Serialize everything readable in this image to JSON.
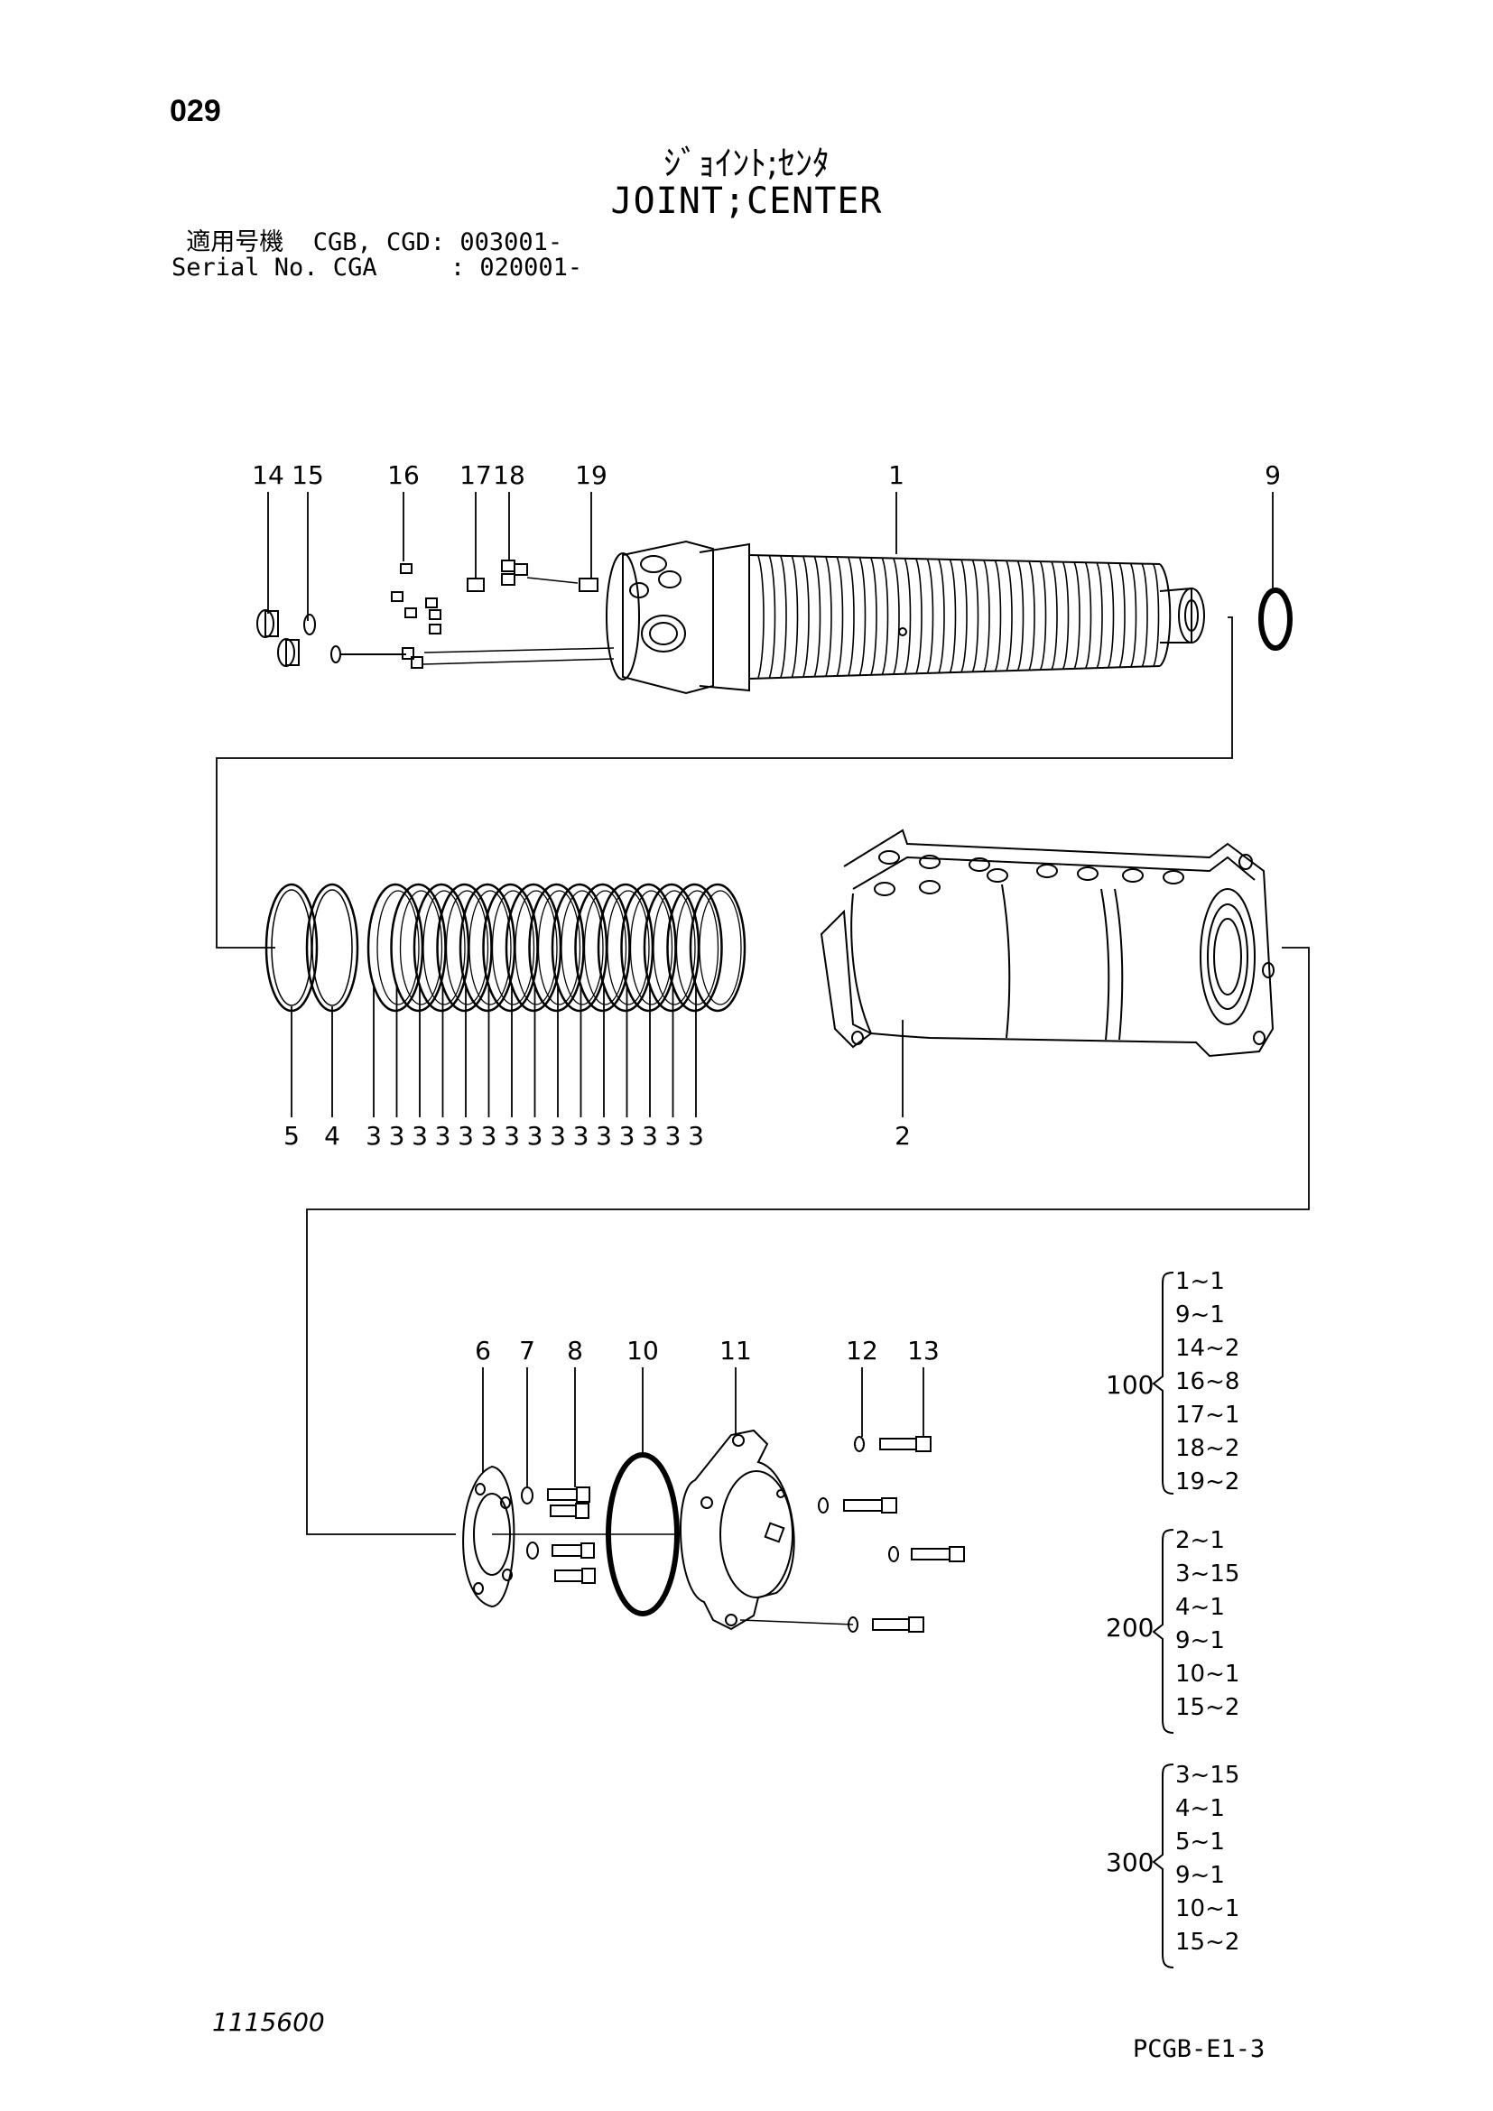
{
  "page": {
    "number": "029",
    "title_jp": "ｼﾞｮｲﾝﾄ;ｾﾝﾀ",
    "title_en": "JOINT;CENTER",
    "serial_line_1": " 適用号機  CGB, CGD: 003001-",
    "serial_line_2": "Serial No. CGA     : 020001-",
    "drawing_number": "1115600",
    "page_code": "PCGB-E1-3"
  },
  "callouts": {
    "top": [
      "14",
      "15",
      "16",
      "17",
      "18",
      "19",
      "1",
      "9"
    ],
    "middle": [
      "5",
      "4",
      "3",
      "3",
      "3",
      "3",
      "3",
      "3",
      "3",
      "3",
      "3",
      "3",
      "3",
      "3",
      "3",
      "3",
      "3",
      "2"
    ],
    "bottom": [
      "6",
      "7",
      "8",
      "10",
      "11",
      "12",
      "13"
    ]
  },
  "kits": [
    {
      "label": "100",
      "items": [
        "1~1",
        "9~1",
        "14~2",
        "16~8",
        "17~1",
        "18~2",
        "19~2"
      ]
    },
    {
      "label": "200",
      "items": [
        "2~1",
        "3~15",
        "4~1",
        "9~1",
        "10~1",
        "15~2"
      ]
    },
    {
      "label": "300",
      "items": [
        "3~15",
        "4~1",
        "5~1",
        "9~1",
        "10~1",
        "15~2"
      ]
    }
  ]
}
